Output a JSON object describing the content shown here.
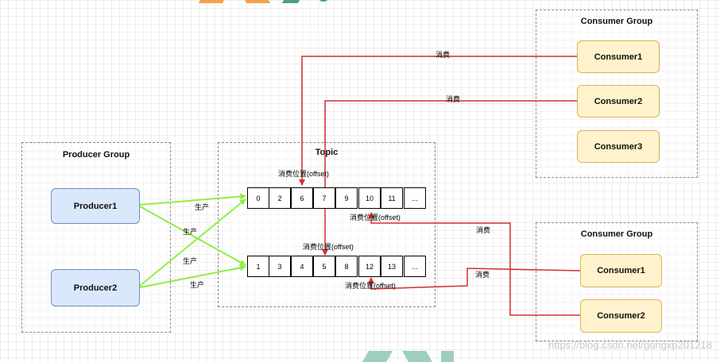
{
  "producer_group": {
    "title": "Producer Group",
    "producers": [
      "Producer1",
      "Producer2"
    ]
  },
  "topic": {
    "title": "Topic",
    "queue1_cells": [
      "0",
      "2",
      "6",
      "7",
      "9",
      "10",
      "11",
      "..."
    ],
    "queue2_cells": [
      "1",
      "3",
      "4",
      "5",
      "8",
      "12",
      "13",
      "..."
    ]
  },
  "consumer_group_1": {
    "title": "Consumer Group",
    "consumers": [
      "Consumer1",
      "Consumer2",
      "Consumer3"
    ]
  },
  "consumer_group_2": {
    "title": "Consumer Group",
    "consumers": [
      "Consumer1",
      "Consumer2"
    ]
  },
  "labels": {
    "produce": "生产",
    "consume": "消费",
    "offset": "消费位置(offset)"
  },
  "watermark": "https://blog.csdn.net/gongxp201218",
  "colors": {
    "produce_edge": "#90ee44",
    "consume_edge": "#d32f2f",
    "producer_fill": "#dae8fc",
    "consumer_fill": "#fff2cc"
  }
}
